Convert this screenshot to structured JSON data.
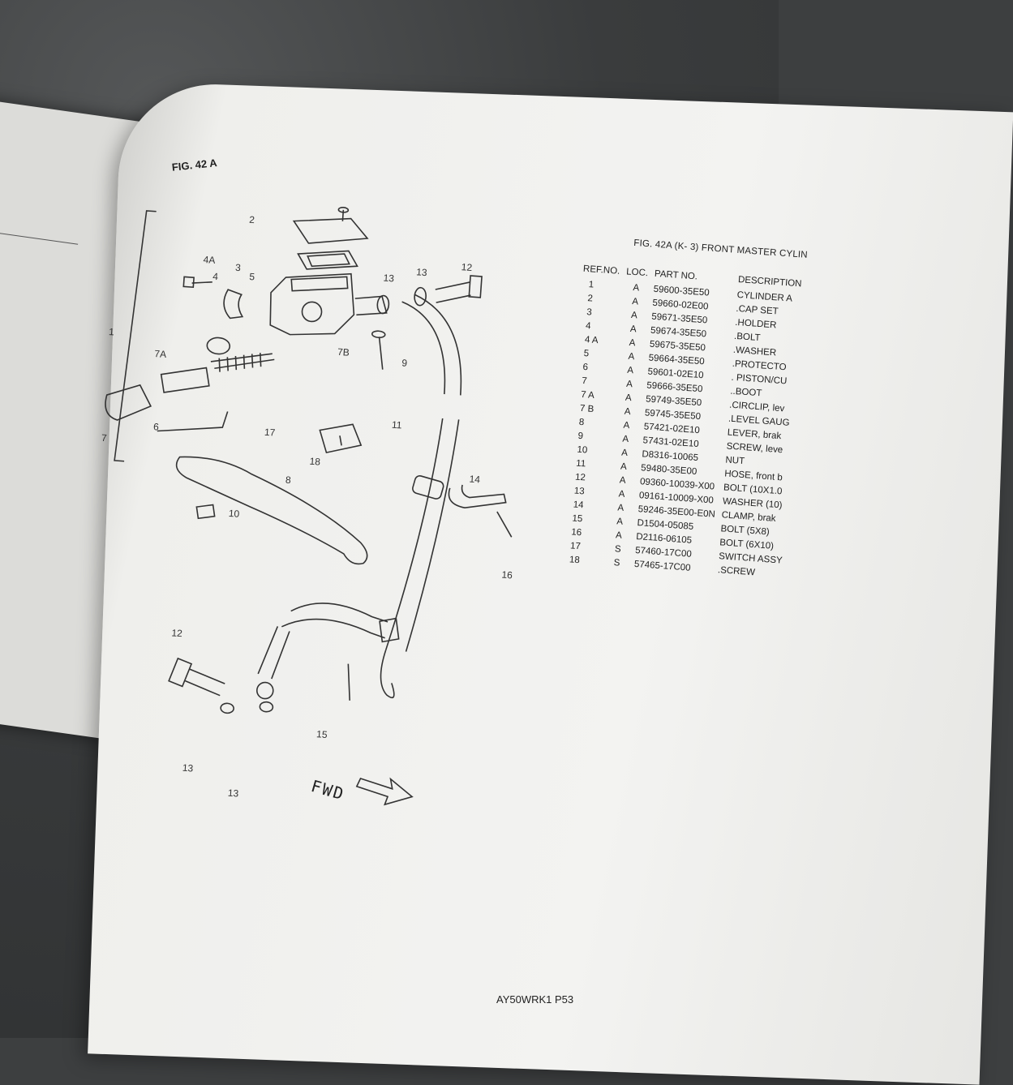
{
  "figure": {
    "label": "FIG. 42 A",
    "title": "FIG. 42A (K- 3) FRONT MASTER CYLIN",
    "fwd_label": "FWD",
    "callouts": [
      {
        "text": "2"
      },
      {
        "text": "4A"
      },
      {
        "text": "4"
      },
      {
        "text": "3"
      },
      {
        "text": "5"
      },
      {
        "text": "13"
      },
      {
        "text": "13"
      },
      {
        "text": "12"
      },
      {
        "text": "1"
      },
      {
        "text": "7A"
      },
      {
        "text": "7B"
      },
      {
        "text": "9"
      },
      {
        "text": "6"
      },
      {
        "text": "7"
      },
      {
        "text": "11"
      },
      {
        "text": "17"
      },
      {
        "text": "18"
      },
      {
        "text": "8"
      },
      {
        "text": "14"
      },
      {
        "text": "10"
      },
      {
        "text": "16"
      },
      {
        "text": "12"
      },
      {
        "text": "15"
      },
      {
        "text": "13"
      },
      {
        "text": "13"
      }
    ]
  },
  "table": {
    "headers": {
      "ref": "REF.NO.",
      "loc": "LOC.",
      "part": "PART NO.",
      "desc": "DESCRIPTION"
    },
    "rows": [
      {
        "ref": "1",
        "loc": "A",
        "part": "59600-35E50",
        "desc": "CYLINDER A"
      },
      {
        "ref": "2",
        "loc": "A",
        "part": "59660-02E00",
        "desc": ".CAP SET"
      },
      {
        "ref": "3",
        "loc": "A",
        "part": "59671-35E50",
        "desc": ".HOLDER"
      },
      {
        "ref": "4",
        "loc": "A",
        "part": "59674-35E50",
        "desc": ".BOLT"
      },
      {
        "ref": "4 A",
        "loc": "A",
        "part": "59675-35E50",
        "desc": ".WASHER"
      },
      {
        "ref": "5",
        "loc": "A",
        "part": "59664-35E50",
        "desc": ".PROTECTO"
      },
      {
        "ref": "6",
        "loc": "A",
        "part": "59601-02E10",
        "desc": ". PISTON/CU"
      },
      {
        "ref": "7",
        "loc": "A",
        "part": "59666-35E50",
        "desc": "..BOOT"
      },
      {
        "ref": "7 A",
        "loc": "A",
        "part": "59749-35E50",
        "desc": ".CIRCLIP, lev"
      },
      {
        "ref": "7 B",
        "loc": "A",
        "part": "59745-35E50",
        "desc": ".LEVEL GAUG"
      },
      {
        "ref": "8",
        "loc": "A",
        "part": "57421-02E10",
        "desc": "LEVER, brak"
      },
      {
        "ref": "9",
        "loc": "A",
        "part": "57431-02E10",
        "desc": "SCREW, leve"
      },
      {
        "ref": "10",
        "loc": "A",
        "part": "D8316-10065",
        "desc": "NUT"
      },
      {
        "ref": "11",
        "loc": "A",
        "part": "59480-35E00",
        "desc": "HOSE, front b"
      },
      {
        "ref": "12",
        "loc": "A",
        "part": "09360-10039-X00",
        "desc": "BOLT (10X1.0"
      },
      {
        "ref": "13",
        "loc": "A",
        "part": "09161-10009-X00",
        "desc": "WASHER (10)"
      },
      {
        "ref": "14",
        "loc": "A",
        "part": "59246-35E00-E0N",
        "desc": "CLAMP, brak"
      },
      {
        "ref": "15",
        "loc": "A",
        "part": "D1504-05085",
        "desc": "BOLT (5X8)"
      },
      {
        "ref": "16",
        "loc": "A",
        "part": "D2116-06105",
        "desc": "BOLT (6X10)"
      },
      {
        "ref": "17",
        "loc": "S",
        "part": "57460-17C00",
        "desc": "SWITCH ASSY"
      },
      {
        "ref": "18",
        "loc": "S",
        "part": "57465-17C00",
        "desc": ".SCREW"
      }
    ]
  },
  "footer": {
    "code": "AY50WRK1 P53"
  }
}
